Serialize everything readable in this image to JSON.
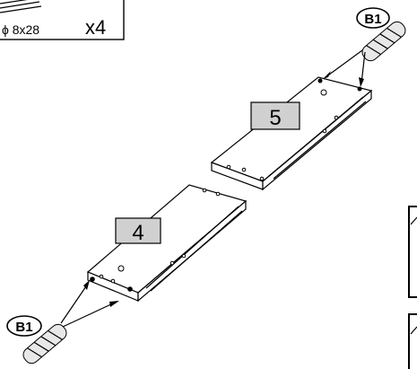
{
  "hardware_box": {
    "spec": "ϕ 8x28",
    "quantity": "x4"
  },
  "parts": {
    "upper_panel": "5",
    "lower_panel": "4"
  },
  "callouts": {
    "top_dowel": "B1",
    "bottom_dowel": "B1"
  }
}
